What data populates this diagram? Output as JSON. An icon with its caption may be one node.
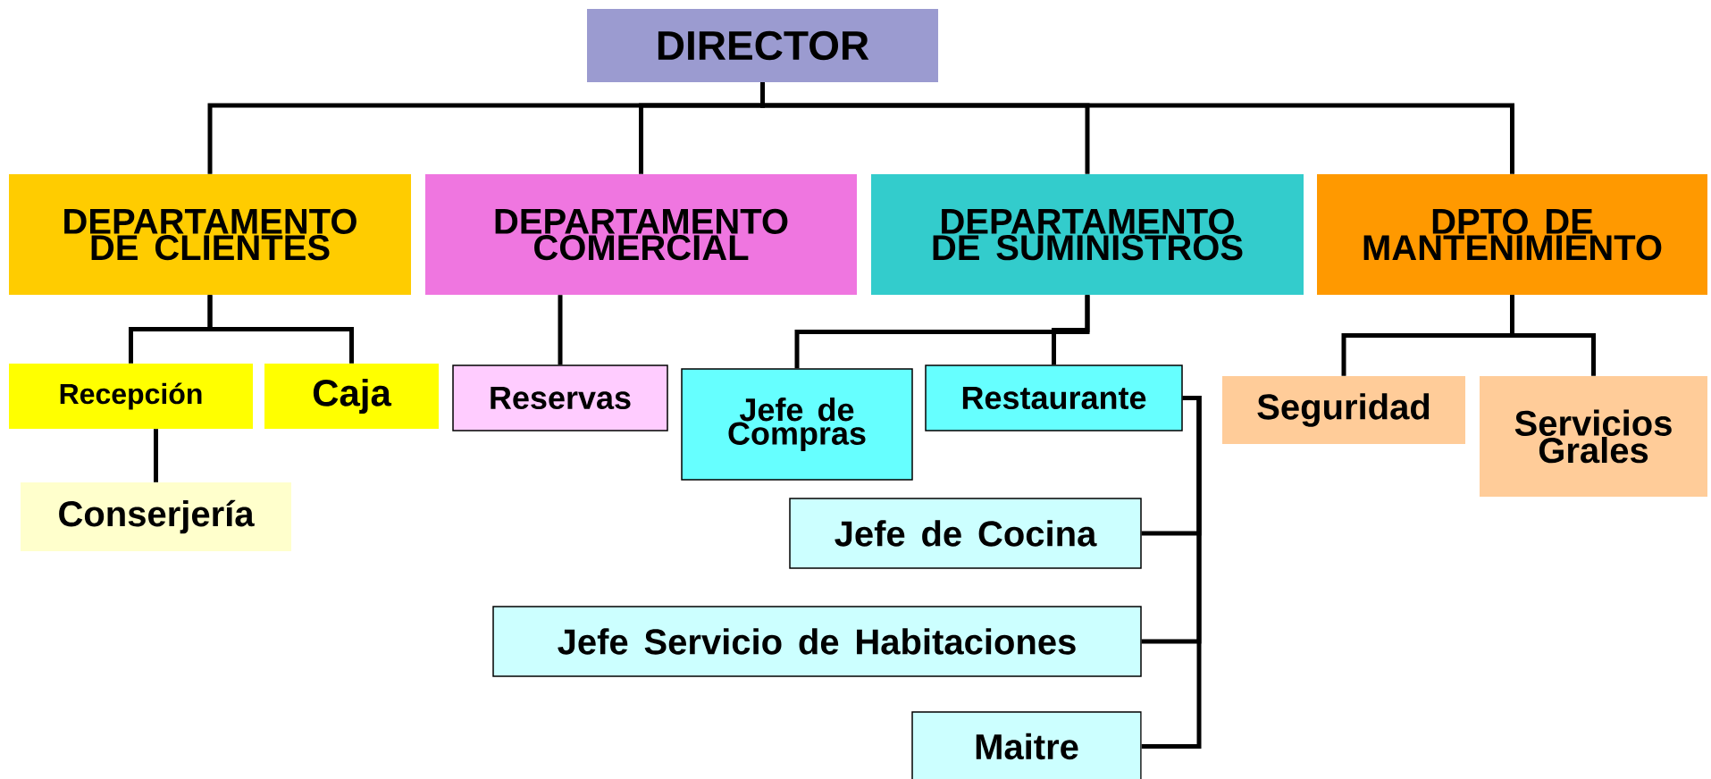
{
  "diagram": {
    "nodes": [
      {
        "text": [
          "DIRECTOR"
        ]
      },
      {
        "text": [
          "DEPARTAMENTO DE CLIENTES"
        ]
      },
      {
        "text": [
          "DEPARTAMENTO COMERCIAL"
        ]
      },
      {
        "text": [
          "DEPARTAMENTO DE SUMINISTROS"
        ]
      },
      {
        "text": [
          "DPTO DE MANTENIMIENTO"
        ]
      },
      {
        "text": [
          "Recepción"
        ]
      },
      {
        "text": [
          "Caja"
        ]
      },
      {
        "text": [
          "Conserjería"
        ]
      },
      {
        "text": [
          "Reservas"
        ]
      },
      {
        "text": [
          "Jefe de Compras"
        ]
      },
      {
        "text": [
          "Restaurante"
        ]
      },
      {
        "text": [
          "Jefe de Cocina"
        ]
      },
      {
        "text": [
          "Jefe Servicio de Habitaciones"
        ]
      },
      {
        "text": [
          "Maitre"
        ]
      },
      {
        "text": [
          "Seguridad"
        ]
      },
      {
        "text": [
          "Servicios Grales"
        ]
      }
    ],
    "edges": [
      {
        "from": 0,
        "to": 1,
        "arrow": "none"
      },
      {
        "from": 0,
        "to": 2,
        "arrow": "none"
      },
      {
        "from": 0,
        "to": 3,
        "arrow": "none"
      },
      {
        "from": 0,
        "to": 4,
        "arrow": "none"
      },
      {
        "from": 1,
        "to": 5,
        "arrow": "none"
      },
      {
        "from": 1,
        "to": 6,
        "arrow": "none"
      },
      {
        "from": 5,
        "to": 7,
        "arrow": "none"
      },
      {
        "from": 2,
        "to": 8,
        "arrow": "none"
      },
      {
        "from": 3,
        "to": 9,
        "arrow": "none"
      },
      {
        "from": 3,
        "to": 10,
        "arrow": "none"
      },
      {
        "from": 10,
        "to": 11,
        "arrow": "none"
      },
      {
        "from": 10,
        "to": 12,
        "arrow": "none"
      },
      {
        "from": 10,
        "to": 13,
        "arrow": "none"
      },
      {
        "from": 4,
        "to": 14,
        "arrow": "none"
      },
      {
        "from": 4,
        "to": 15,
        "arrow": "none"
      }
    ]
  }
}
